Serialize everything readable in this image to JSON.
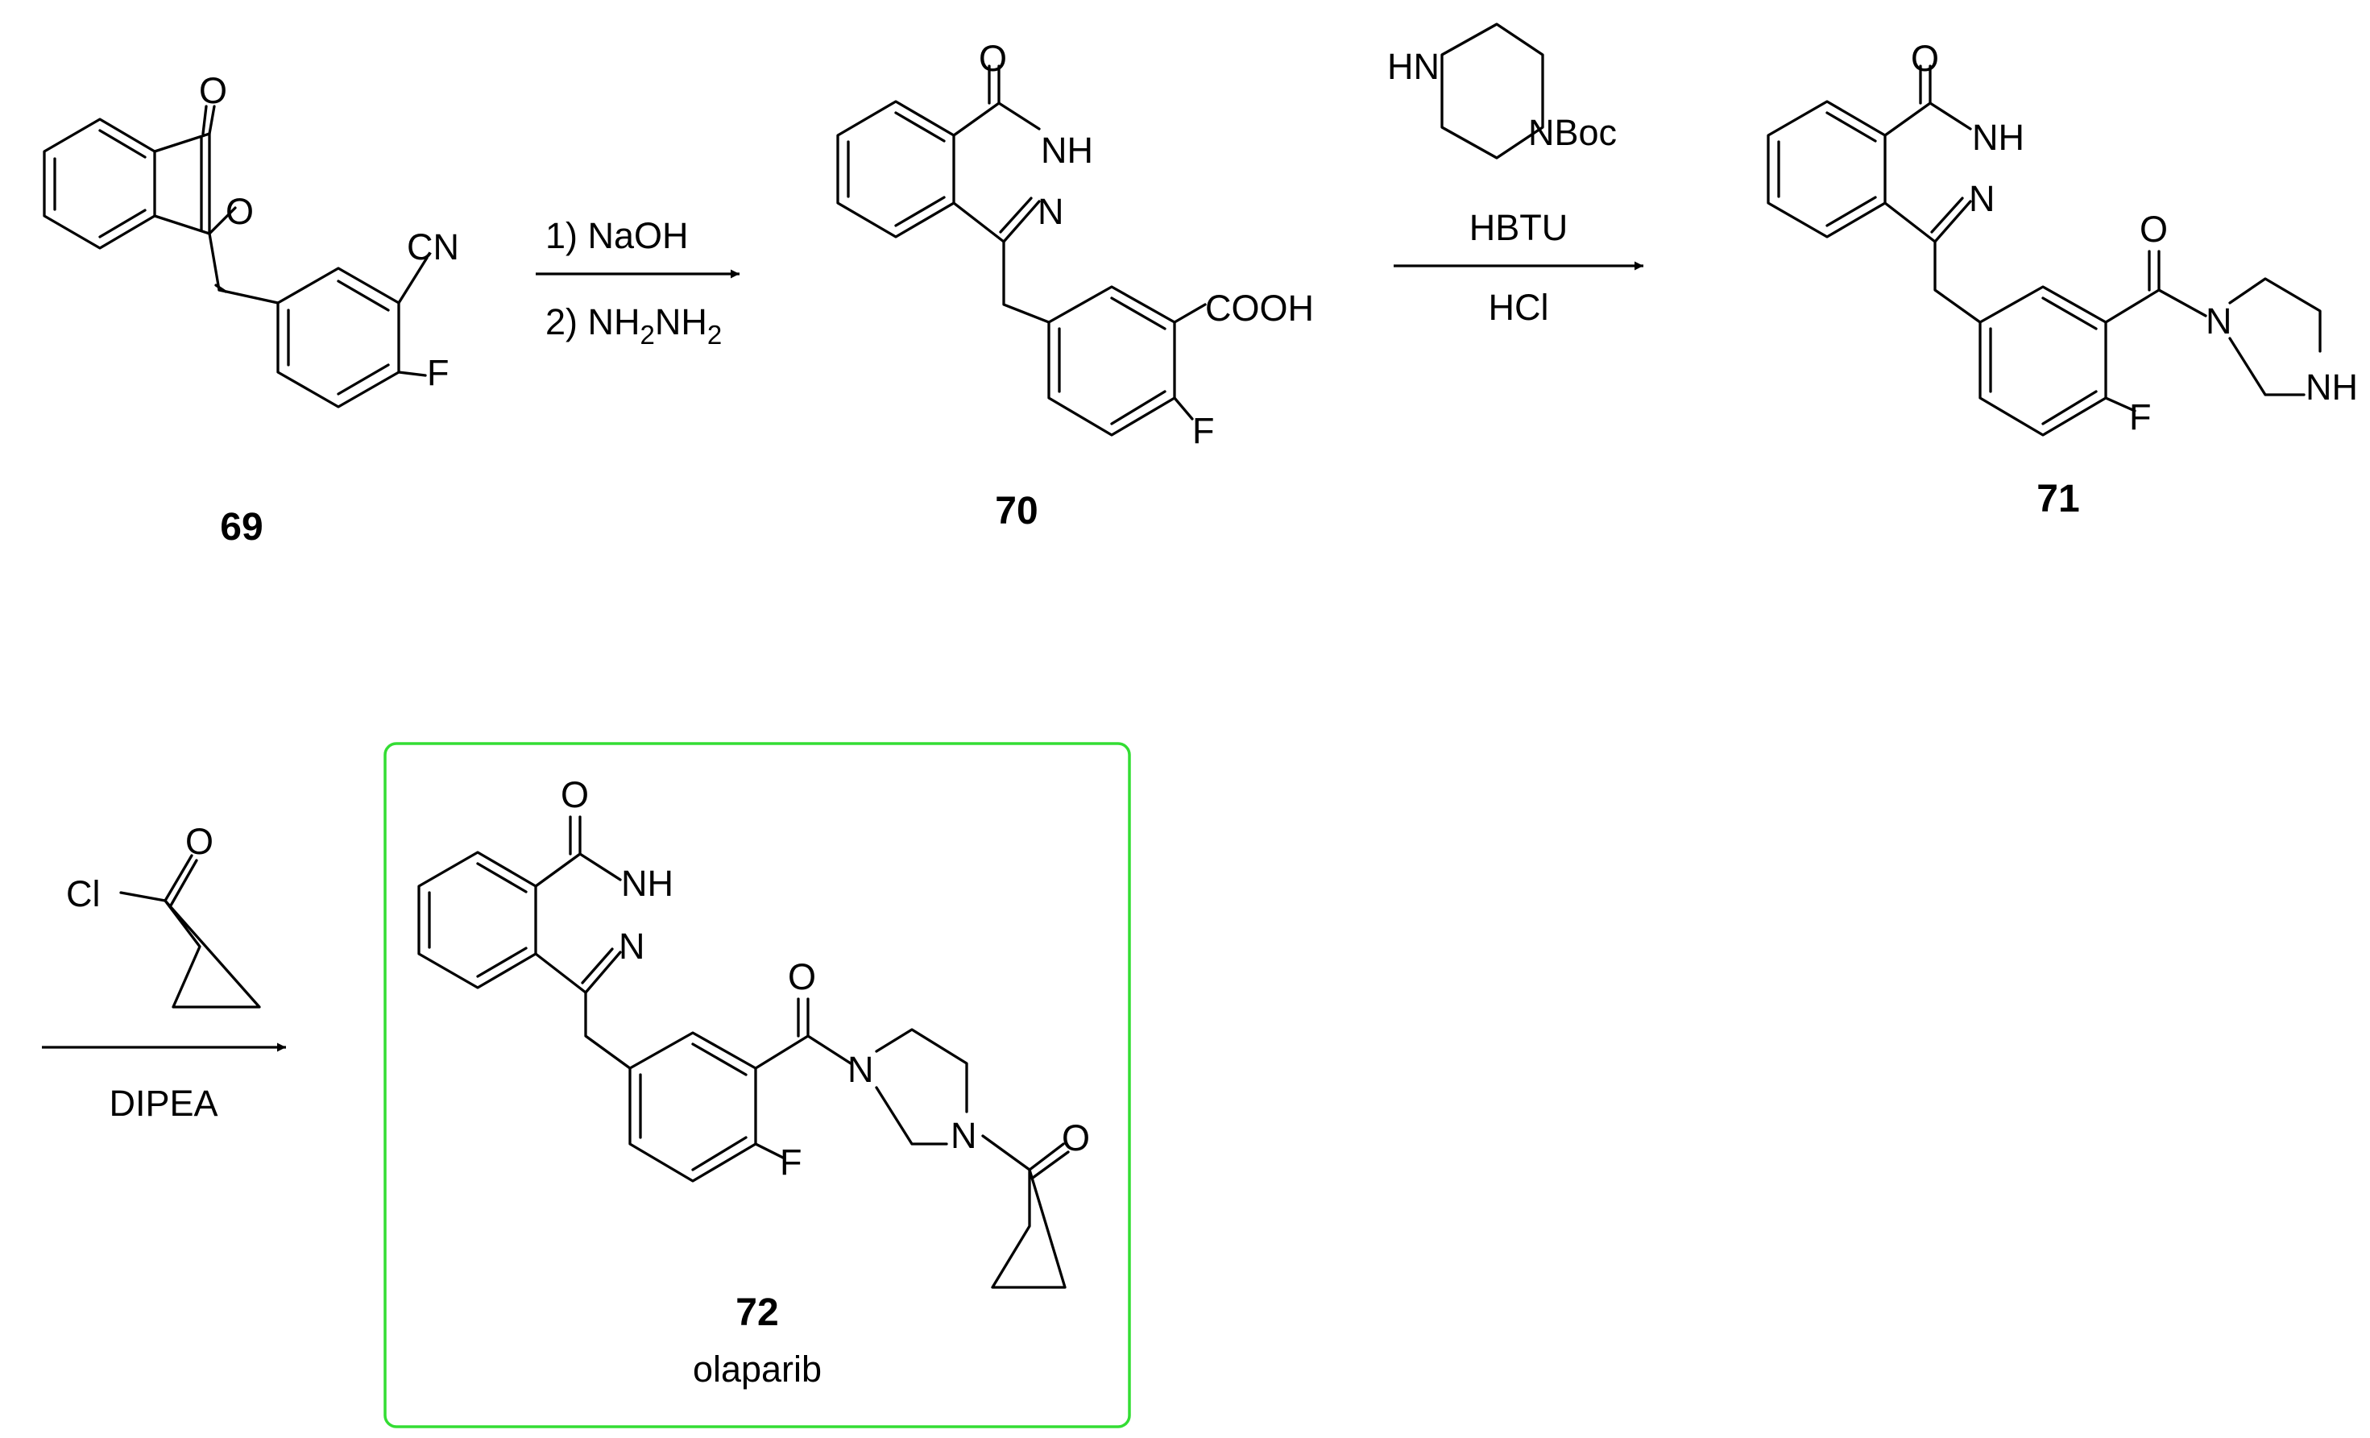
{
  "scheme": {
    "compounds": {
      "c69": {
        "number": "69"
      },
      "c70": {
        "number": "70"
      },
      "c71": {
        "number": "71"
      },
      "c72": {
        "number": "72",
        "name": "olaparib"
      }
    },
    "atoms": {
      "O": "O",
      "CN": "CN",
      "F": "F",
      "NH": "NH",
      "N": "N",
      "COOH": "COOH",
      "HN": "HN",
      "NBoc": "NBoc",
      "Cl": "Cl"
    },
    "steps": [
      {
        "line1": "1) NaOH",
        "line2_prefix": "2) NH",
        "line2_sub1": "2",
        "line2_mid": "NH",
        "line2_sub2": "2"
      },
      {
        "above": "HBTU",
        "below": "HCl"
      },
      {
        "below": "DIPEA"
      }
    ],
    "highlight_color": "#33dd33"
  }
}
